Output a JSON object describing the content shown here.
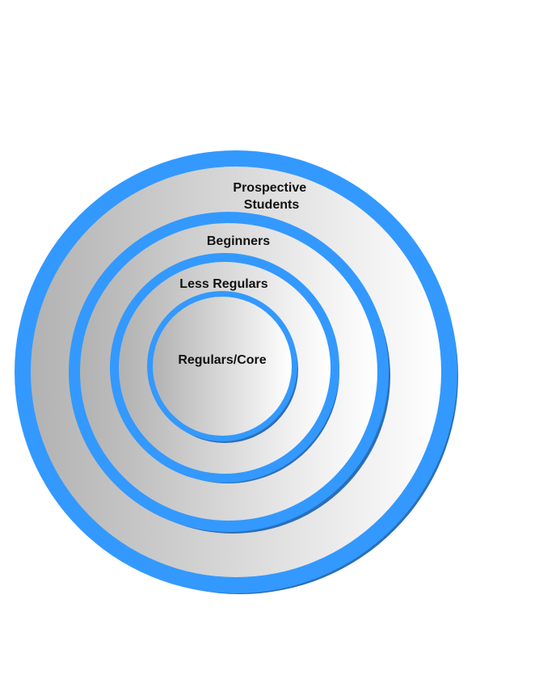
{
  "diagram": {
    "rings": [
      {
        "label_lines": [
          "Prospective",
          "Students"
        ]
      },
      {
        "label_lines": [
          "Beginners"
        ]
      },
      {
        "label_lines": [
          "Less Regulars"
        ]
      },
      {
        "label_lines": [
          "Regulars/Core"
        ]
      }
    ]
  },
  "colors": {
    "ring_border": "#3399ff",
    "ring_border_shadow": "#2a6fb8",
    "fill_dark": "#b4b4b4",
    "fill_light": "#ffffff",
    "label_text": "#111111",
    "background": "#ffffff"
  }
}
